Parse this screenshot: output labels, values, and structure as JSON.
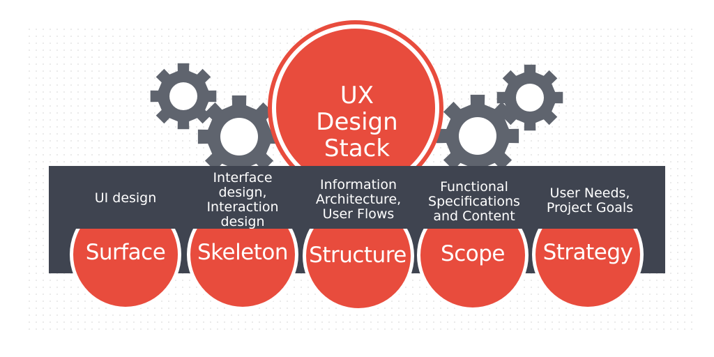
{
  "title": {
    "lines": [
      "UX",
      "Design",
      "Stack"
    ]
  },
  "colors": {
    "accent_red": "#E84C3D",
    "band_dark": "#3F4450",
    "gear_gray": "#5F646E",
    "ring_red": "#E84C3D",
    "dot_grid": "#E3E3E3"
  },
  "icons": [
    "gear-icon",
    "gear-icon",
    "gear-icon",
    "gear-icon"
  ],
  "layers": [
    {
      "name": "Surface",
      "description": [
        "UI design"
      ]
    },
    {
      "name": "Skeleton",
      "description": [
        "Interface",
        "design,",
        "Interaction",
        "design"
      ]
    },
    {
      "name": "Structure",
      "description": [
        "Information",
        "Architecture,",
        "User Flows"
      ]
    },
    {
      "name": "Scope",
      "description": [
        "Functional",
        "Specifications",
        "and Content"
      ]
    },
    {
      "name": "Strategy",
      "description": [
        "User Needs,",
        "Project Goals"
      ]
    }
  ]
}
